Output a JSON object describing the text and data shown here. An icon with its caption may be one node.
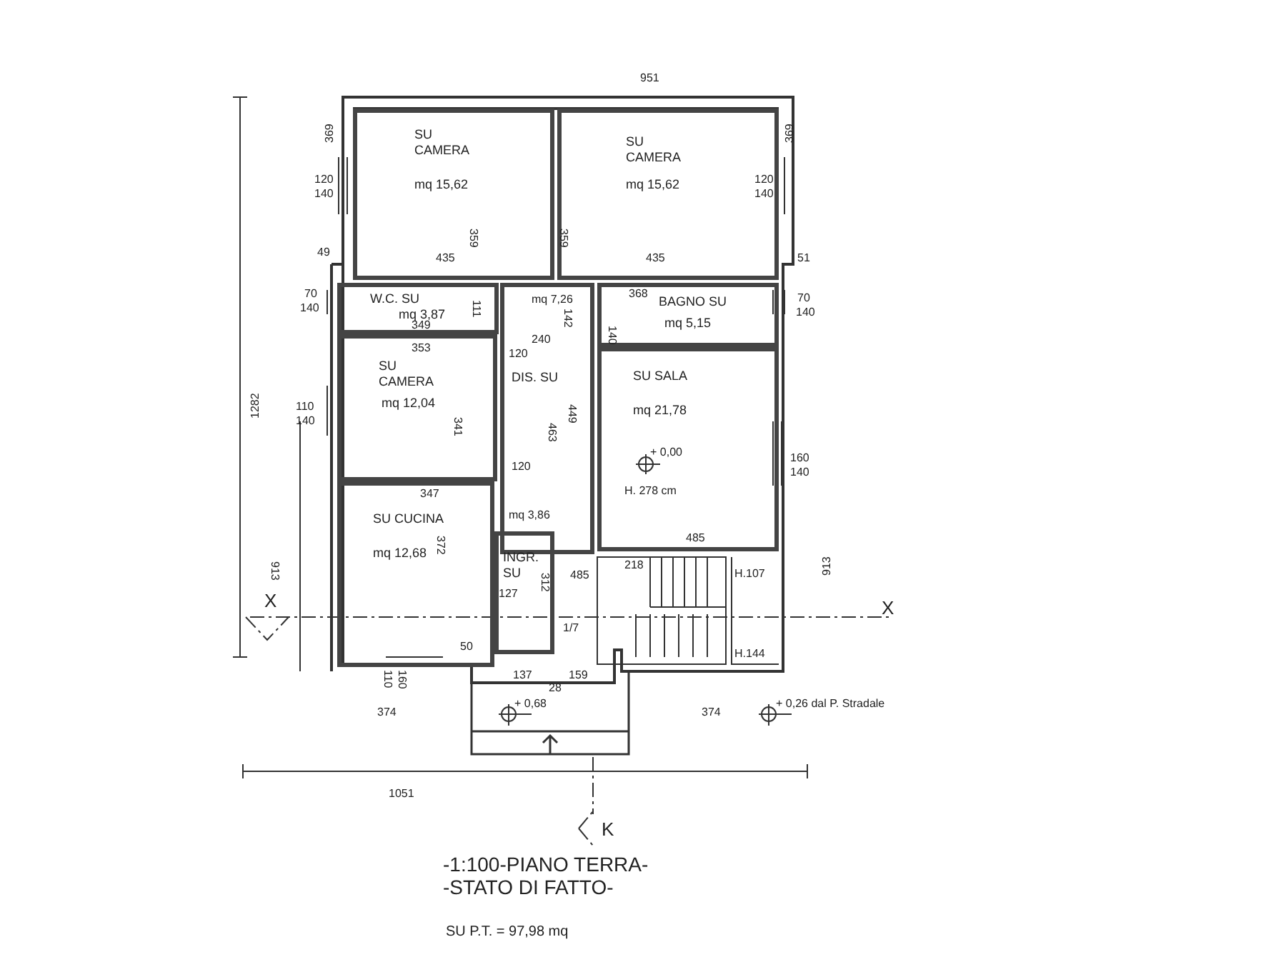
{
  "diagram": {
    "title": "-1:100-PIANO TERRA- -STATO DI FATTO-",
    "caption": "SU P.T. = 97,98 mq",
    "nodes": [
      {
        "text": [
          "SU CAMERA",
          "mq 15,62"
        ]
      },
      {
        "text": [
          "SU CAMERA",
          "mq 15,62"
        ]
      },
      {
        "text": [
          "W.C. SU",
          "mq 3,87"
        ]
      },
      {
        "text": [
          "BAGNO SU",
          "mq 5,15"
        ]
      },
      {
        "text": [
          "SU CAMERA",
          "mq 12,04"
        ]
      },
      {
        "text": [
          "DIS. SU"
        ]
      },
      {
        "text": [
          "SU SALA",
          "mq 21,78"
        ]
      },
      {
        "text": [
          "SU CUCINA",
          "mq 12,68"
        ]
      },
      {
        "text": [
          "INGR. SU"
        ]
      }
    ],
    "labels": [
      "951",
      "369",
      "120",
      "140",
      "359",
      "435",
      "369",
      "359",
      "435",
      "120",
      "140",
      "49",
      "51",
      "70",
      "140",
      "111",
      "mq 7,26",
      "368",
      "70",
      "140",
      "349",
      "142",
      "140",
      "353",
      "120",
      "240",
      "110",
      "140",
      "341",
      "463",
      "449",
      "160",
      "140",
      "1282",
      "120",
      "+ 0,00",
      "347",
      "H. 278 cm",
      "mq 3,86",
      "372",
      "485",
      "913",
      "913",
      "312",
      "485",
      "218",
      "H.107",
      "127",
      "X",
      "X",
      "1/7",
      "H.144",
      "50",
      "137",
      "28",
      "159",
      "110",
      "160",
      "374",
      "374",
      "+ 0,68",
      "+ 0,26 dal P. Stradale",
      "1051",
      "K"
    ]
  }
}
